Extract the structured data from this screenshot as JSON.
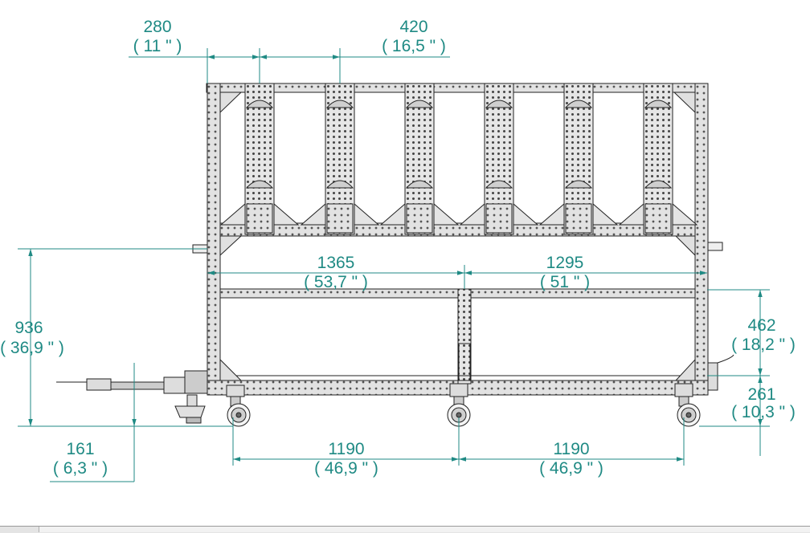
{
  "drawing": {
    "dimensions": {
      "top_left": {
        "value": "280",
        "inch": "( 11 \" )"
      },
      "top_mid": {
        "value": "420",
        "inch": "( 16,5 \" )"
      },
      "height_left": {
        "value": "936",
        "inch": "( 36,9 \" )"
      },
      "mid_left": {
        "value": "1365",
        "inch": "( 53,7 \" )"
      },
      "mid_right": {
        "value": "1295",
        "inch": "( 51 \" )"
      },
      "right_upper": {
        "value": "462",
        "inch": "( 18,2 \" )"
      },
      "right_lower": {
        "value": "261",
        "inch": "( 10,3 \" )"
      },
      "bottom_left": {
        "value": "161",
        "inch": "( 6,3 \" )"
      },
      "bottom_wheel1": {
        "value": "1190",
        "inch": "( 46,9 \" )"
      },
      "bottom_wheel2": {
        "value": "1190",
        "inch": "( 46,9 \" )"
      }
    },
    "colors": {
      "dimension": "#1f8a84",
      "line": "#222222",
      "frame_fill": "#dcdcdc",
      "hole": "#555555"
    }
  }
}
